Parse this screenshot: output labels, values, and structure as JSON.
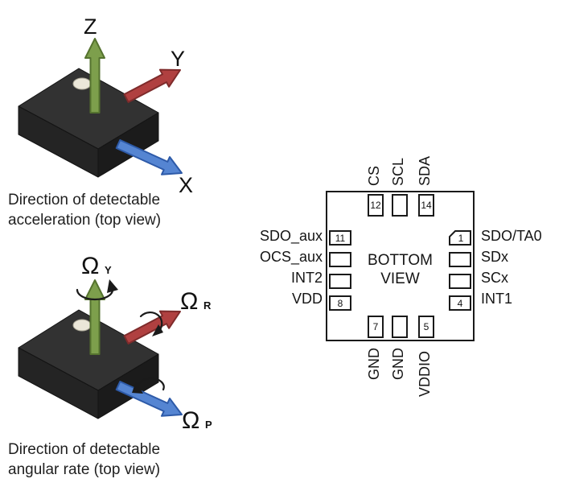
{
  "colors": {
    "ink": "#1a1a1a",
    "axis-x": "#5585d2",
    "axis-x-dark": "#2d5aa8",
    "axis-y": "#b04040",
    "axis-y-dark": "#7e2b2b",
    "axis-z": "#7d9f4c",
    "axis-z-dark": "#55732f",
    "chip-top": "#323232",
    "chip-side-left": "#242424",
    "chip-side-right": "#1b1b1b"
  },
  "accel_figure": {
    "axis_z": "Z",
    "axis_y": "Y",
    "axis_x": "X",
    "caption1": "Direction of detectable",
    "caption2": "acceleration (top view)"
  },
  "gyro_figure": {
    "omega_y": "Ω",
    "sub_y": "Y",
    "omega_r": "Ω",
    "sub_r": "R",
    "omega_p": "Ω",
    "sub_p": "P",
    "caption1": "Direction of detectable",
    "caption2": "angular rate (top view)"
  },
  "pinout": {
    "center1": "BOTTOM",
    "center2": "VIEW",
    "top": [
      {
        "num": "12",
        "label": "CS"
      },
      {
        "num": "",
        "label": "SCL"
      },
      {
        "num": "14",
        "label": "SDA"
      }
    ],
    "bottom": [
      {
        "num": "7",
        "label": "GND"
      },
      {
        "num": "",
        "label": "GND"
      },
      {
        "num": "5",
        "label": "VDDIO"
      }
    ],
    "left": [
      {
        "num": "11",
        "label": "SDO_aux"
      },
      {
        "num": "",
        "label": "OCS_aux"
      },
      {
        "num": "",
        "label": "INT2"
      },
      {
        "num": "8",
        "label": "VDD"
      }
    ],
    "right": [
      {
        "num": "1",
        "label": "SDO/TA0"
      },
      {
        "num": "",
        "label": "SDx"
      },
      {
        "num": "",
        "label": "SCx"
      },
      {
        "num": "4",
        "label": "INT1"
      }
    ]
  }
}
